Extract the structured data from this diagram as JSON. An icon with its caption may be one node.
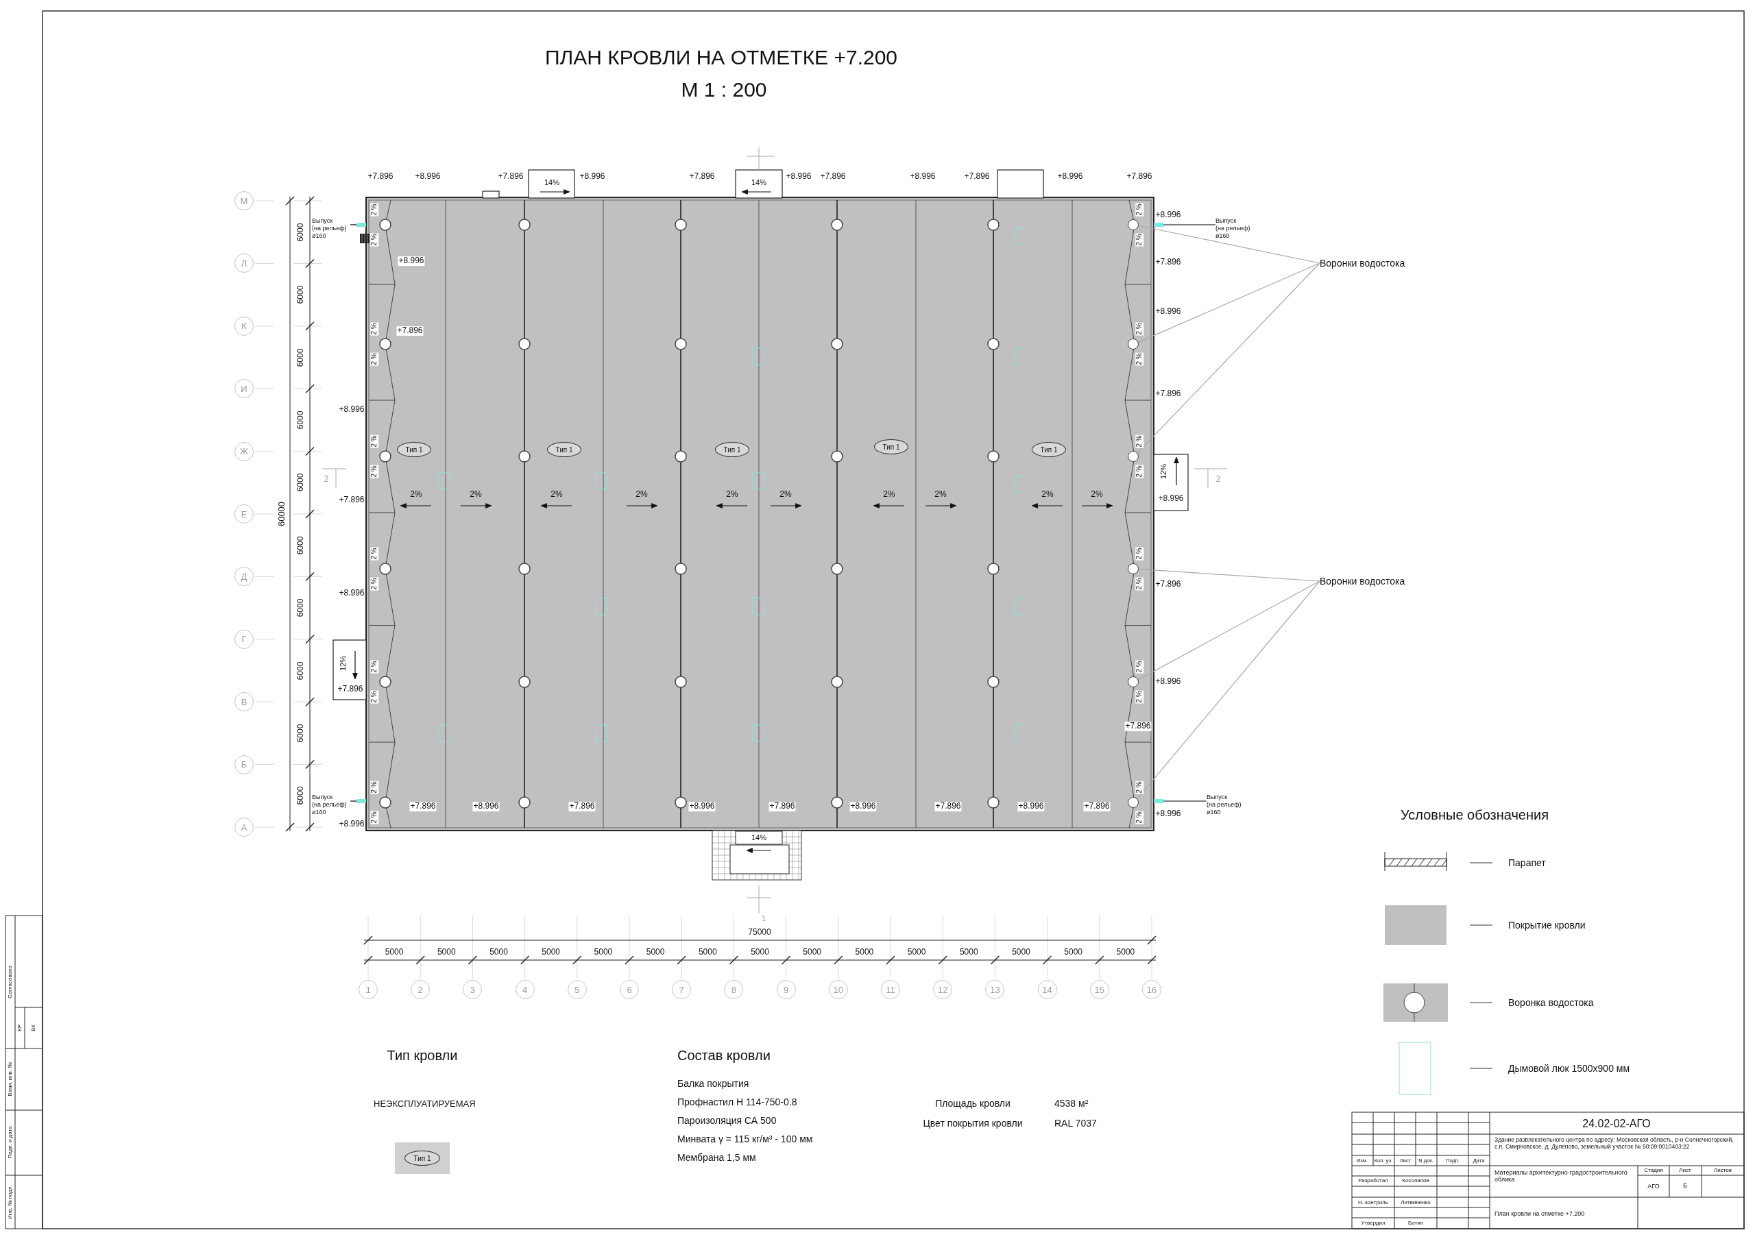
{
  "diagram": {
    "title": "ПЛАН КРОВЛИ НА ОТМЕТКЕ +7.200",
    "nodes": [
      {
        "text": [
          "Воронки водостока"
        ]
      },
      {
        "text": [
          "Воронки водостока"
        ]
      },
      {
        "text": [],
        "shape": "circle"
      },
      {
        "text": [],
        "shape": "circle"
      },
      {
        "text": [],
        "shape": "circle"
      },
      {
        "text": [],
        "shape": "circle"
      },
      {
        "text": [],
        "shape": "circle"
      },
      {
        "text": [],
        "shape": "circle"
      },
      {
        "text": [
          "Выпуск (на рельеф) ø160"
        ]
      },
      {
        "text": [
          "Выпуск (на рельеф) ø160"
        ]
      },
      {
        "text": [
          "Выпуск (на рельеф) ø160"
        ]
      },
      {
        "text": [
          "Выпуск (на рельеф) ø160"
        ]
      },
      {
        "text": [
          "Тип 1"
        ]
      },
      {
        "text": [
          "Тип 1"
        ]
      },
      {
        "text": [
          "Тип 1"
        ]
      },
      {
        "text": [
          "Тип 1"
        ]
      },
      {
        "text": [
          "Тип 1"
        ]
      },
      {
        "text": [],
        "shape": "box"
      },
      {
        "text": [
          "Тип 1"
        ],
        "in": 17
      },
      {
        "text": [
          "М"
        ]
      },
      {
        "text": [
          "Л"
        ]
      },
      {
        "text": [
          "К"
        ]
      },
      {
        "text": [
          "И"
        ]
      },
      {
        "text": [
          "Ж"
        ]
      },
      {
        "text": [
          "Е"
        ]
      },
      {
        "text": [
          "Д"
        ]
      },
      {
        "text": [
          "Г"
        ]
      },
      {
        "text": [
          "В"
        ]
      },
      {
        "text": [
          "Б"
        ]
      },
      {
        "text": [
          "А"
        ]
      },
      {
        "text": [
          "1"
        ]
      },
      {
        "text": [
          "2"
        ]
      },
      {
        "text": [
          "3"
        ]
      },
      {
        "text": [
          "4"
        ]
      },
      {
        "text": [
          "5"
        ]
      },
      {
        "text": [
          "6"
        ]
      },
      {
        "text": [
          "7"
        ]
      },
      {
        "text": [
          "8"
        ]
      },
      {
        "text": [
          "9"
        ]
      },
      {
        "text": [
          "10"
        ]
      },
      {
        "text": [
          "11"
        ]
      },
      {
        "text": [
          "12"
        ]
      },
      {
        "text": [
          "13"
        ]
      },
      {
        "text": [
          "14"
        ]
      },
      {
        "text": [
          "15"
        ]
      },
      {
        "text": [
          "16"
        ]
      },
      {
        "text": [],
        "shape": "bar"
      },
      {
        "text": [],
        "shape": "bar"
      },
      {
        "text": [],
        "shape": "bar"
      },
      {
        "text": [],
        "shape": "bar"
      }
    ],
    "edges": [
      {
        "from": 0,
        "to": 2,
        "arrow": "none"
      },
      {
        "from": 0,
        "to": 3,
        "arrow": "none"
      },
      {
        "from": 0,
        "to": 4,
        "arrow": "none"
      },
      {
        "from": 1,
        "to": 5,
        "arrow": "none"
      },
      {
        "from": 1,
        "to": 6,
        "arrow": "none"
      },
      {
        "from": 1,
        "to": 7,
        "arrow": "none"
      },
      {
        "from": 8,
        "to": 46,
        "arrow": "none",
        "color": "#000000"
      },
      {
        "from": 9,
        "to": 47,
        "arrow": "none",
        "color": "#000000"
      },
      {
        "from": 10,
        "to": 48,
        "arrow": "none",
        "color": "#000000"
      },
      {
        "from": 11,
        "to": 49,
        "arrow": "none",
        "color": "#000000"
      }
    ],
    "labels": [
      "М 1 : 200",
      "+7.896",
      "+8.996",
      "+7.896",
      "+8.996",
      "+7.896",
      "+8.996",
      "+7.896",
      "+8.996",
      "+7.896",
      "+8.996",
      "+7.896",
      "14%",
      "14%",
      "+8.996",
      "+7.896",
      "+8.996",
      "+7.896",
      "+8.996",
      "12%",
      "+7.896",
      "+8.996",
      "+8.996",
      "+7.896",
      "+8.996",
      "+7.896",
      "12%",
      "+8.996",
      "+7.896",
      "+8.996",
      "+7.896",
      "+8.996",
      "2 %",
      "2 %",
      "2 %",
      "2 %",
      "2 %",
      "2 %",
      "2 %",
      "2 %",
      "2 %",
      "2 %",
      "2 %",
      "2 %",
      "2 %",
      "2 %",
      "2 %",
      "2 %",
      "2 %",
      "2 %",
      "2 %",
      "2 %",
      "2 %",
      "2 %",
      "2 %",
      "2 %",
      "2%",
      "2%",
      "2%",
      "2%",
      "2%",
      "2%",
      "2%",
      "2%",
      "2%",
      "2%",
      "+7.896",
      "+8.996",
      "+7.896",
      "+8.996",
      "+7.896",
      "+8.996",
      "+7.896",
      "+8.996",
      "+7.896",
      "14%",
      "6000",
      "6000",
      "6000",
      "6000",
      "6000",
      "6000",
      "6000",
      "6000",
      "6000",
      "6000",
      "60000",
      "75000",
      "5000",
      "5000",
      "5000",
      "5000",
      "5000",
      "5000",
      "5000",
      "5000",
      "5000",
      "5000",
      "5000",
      "5000",
      "5000",
      "5000",
      "5000",
      "2",
      "2",
      "1",
      "Тип кровли",
      "НЕЭКСПЛУАТИРУЕМАЯ",
      "Состав кровли",
      "Балка покрытия",
      "Профнастил Н 114-750-0.8",
      "Пароизоляция СА 500",
      "Минвата γ = 115 кг/м³ - 100 мм",
      "Мембрана 1,5 мм",
      "Площадь кровли",
      "4538 м²",
      "Цвет покрытия кровли",
      "RAL 7037",
      "Условные обозначения",
      "24.02-02-АГО",
      "Здание развлекательного центра по адресу: Московская область, р-н Солнечногорский, с.п. Смирновское, д. Дулепово, земельный участок № 50:09:0010403:22",
      "Изм.",
      "Кол. уч.",
      "Лист",
      "N док.",
      "Подп.",
      "Дата",
      "Материалы архитектурно-градостроительного облика",
      "Стадия",
      "Лист",
      "Листов",
      "АГО",
      "6",
      "Разработал",
      "Косолапов",
      "Н. контроль",
      "Литвиненко",
      "Утвердил",
      "Ботин",
      "План кровли на отметке +7.200",
      "Согласовано",
      "КР",
      "ВК",
      "Взам. инв. №",
      "Подп. и дата",
      "Инв. № подл."
    ],
    "legend": [
      {
        "text": "Парапет"
      },
      {
        "text": "Покрытие кровли",
        "color": "#c0c0c0"
      },
      {
        "text": "Воронка водостока"
      },
      {
        "text": "Дымовой люк 1500х900 мм"
      }
    ]
  }
}
